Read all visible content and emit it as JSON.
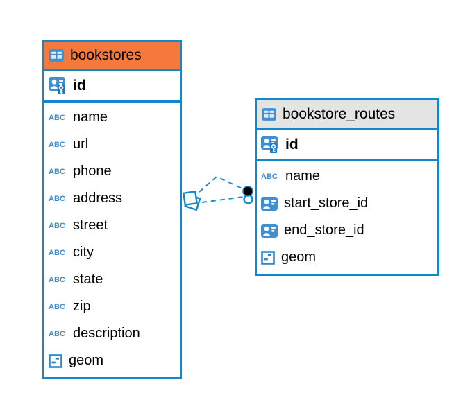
{
  "app": {
    "view": "database-er-diagram",
    "background": "#ffffff"
  },
  "colors": {
    "accent_blue": "#1288cb",
    "icon_blue": "#3f8fd2",
    "key_badge_blue": "#1a78c2",
    "abc_blue": "#3f8cc9",
    "selected_orange": "#f5793d",
    "header_gray": "#e4e4e4",
    "text_color": "#000000",
    "canvas_bg": "#ffffff"
  },
  "badges": {
    "text_type": "ABC"
  },
  "tables": [
    {
      "name": "bookstores",
      "header_icon": "table-icon",
      "header_highlight": "orange-selected",
      "primary_key": {
        "name": "id",
        "icon": "primary-key-icon"
      },
      "fields": [
        {
          "name": "name",
          "icon": "text-icon"
        },
        {
          "name": "url",
          "icon": "text-icon"
        },
        {
          "name": "phone",
          "icon": "text-icon"
        },
        {
          "name": "address",
          "icon": "text-icon"
        },
        {
          "name": "street",
          "icon": "text-icon"
        },
        {
          "name": "city",
          "icon": "text-icon"
        },
        {
          "name": "state",
          "icon": "text-icon"
        },
        {
          "name": "zip",
          "icon": "text-icon"
        },
        {
          "name": "description",
          "icon": "text-icon"
        },
        {
          "name": "geom",
          "icon": "geometry-icon"
        }
      ]
    },
    {
      "name": "bookstore_routes",
      "header_icon": "table-icon",
      "header_highlight": "gray",
      "primary_key": {
        "name": "id",
        "icon": "primary-key-icon"
      },
      "fields": [
        {
          "name": "name",
          "icon": "text-icon"
        },
        {
          "name": "start_store_id",
          "icon": "foreign-key-icon"
        },
        {
          "name": "end_store_id",
          "icon": "foreign-key-icon"
        },
        {
          "name": "geom",
          "icon": "geometry-icon"
        }
      ]
    }
  ],
  "relationships": [
    {
      "from": "bookstores",
      "to": "bookstore_routes",
      "style": "dashed",
      "left_end": "double-square-symbol",
      "right_end": "solid-dot"
    },
    {
      "from": "bookstores",
      "to": "bookstore_routes",
      "style": "dashed",
      "left_end": "double-square-symbol",
      "right_end": "open-dot"
    }
  ]
}
